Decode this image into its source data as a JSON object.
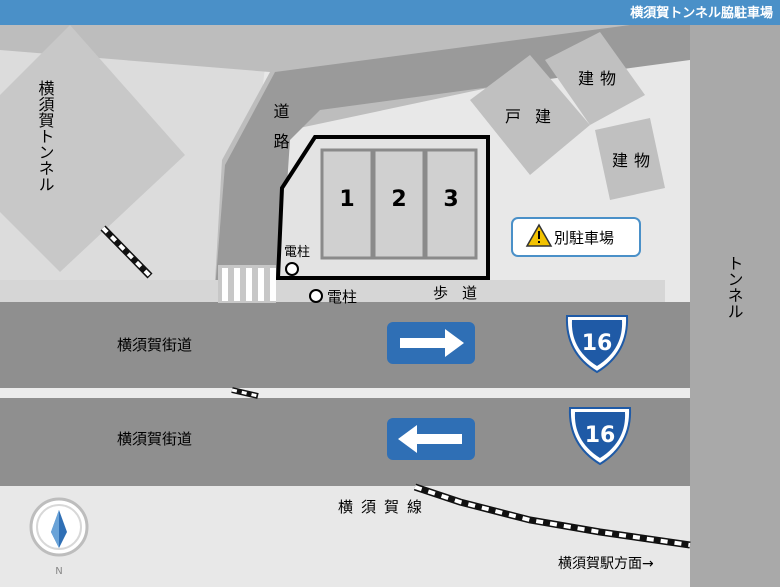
{
  "header": {
    "title": "横須賀トンネル脇駐車場",
    "bar_color": "#4a90c8"
  },
  "map": {
    "tunnel_left": "横須賀トンネル",
    "tunnel_right": "トンネル",
    "road_label": "道路",
    "building_detached": "戸建",
    "building_1": "建物",
    "building_2": "建物",
    "parking_spaces": [
      "1",
      "2",
      "3"
    ],
    "pole_1": "電柱",
    "pole_2": "電柱",
    "sidewalk": "歩道",
    "alt_parking": "別駐車場",
    "street_upper": "横須賀街道",
    "street_lower": "横須賀街道",
    "route_number_upper": "16",
    "route_number_lower": "16",
    "railway": "横須賀線",
    "station_direction": "横須賀駅方面→",
    "compass": "N",
    "arrow_upper_icon": "arrow-right-icon",
    "arrow_lower_icon": "arrow-left-icon",
    "colors": {
      "road": "#8a8a8a",
      "area": "#cfcfcf",
      "building": "#c4c4c4",
      "sign_blue": "#2f6fb5",
      "route_shield": "#1f5aa6"
    }
  }
}
